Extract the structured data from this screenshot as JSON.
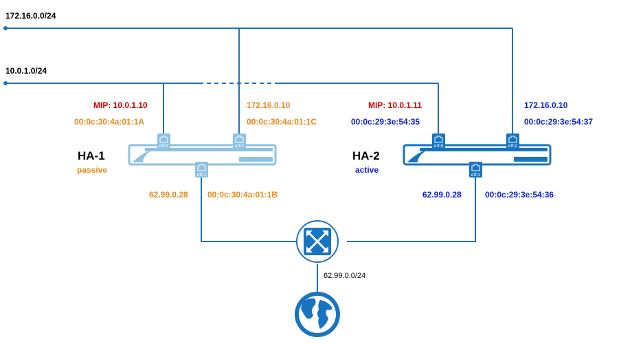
{
  "networks": {
    "net_a": "172.16.0.0/24",
    "net_b": "10.0.1.0/24",
    "wan": "62.99.0.0/24"
  },
  "ha1": {
    "name": "HA-1",
    "state": "passive",
    "eth0": {
      "label": "eth0",
      "mip": "MIP: 10.0.1.10",
      "mac": "00:0c:30:4a:01:1A"
    },
    "eth1": {
      "label": "eth1",
      "ip": "62.99.0.28",
      "mac": "00:0c:30:4a:01:1B"
    },
    "eth2": {
      "label": "eth2",
      "ip": "172.16.0.10",
      "mac": "00:0c:30:4a:01:1C"
    }
  },
  "ha2": {
    "name": "HA-2",
    "state": "active",
    "eth0": {
      "label": "eth0",
      "mip": "MIP: 10.0.1.11",
      "mac": "00:0c:29:3e:54:35"
    },
    "eth1": {
      "label": "eth1",
      "ip": "62.99.0.28",
      "mac": "00:0c:29:3e:54:36"
    },
    "eth2": {
      "label": "eth2",
      "ip": "172.16.0.10",
      "mac": "00:0c:29:3e:54:37"
    }
  },
  "colors": {
    "line": "#1f6fc0",
    "passive_device": "#8fc1e3",
    "active_device": "#1874c1",
    "red_text": "#cc0000",
    "orange_text": "#e8891b",
    "blue_text": "#0b1fd6"
  },
  "icons": {
    "switch": "crossed-arrows-router-icon",
    "internet": "globe-icon",
    "port": "ethernet-port-icon"
  }
}
